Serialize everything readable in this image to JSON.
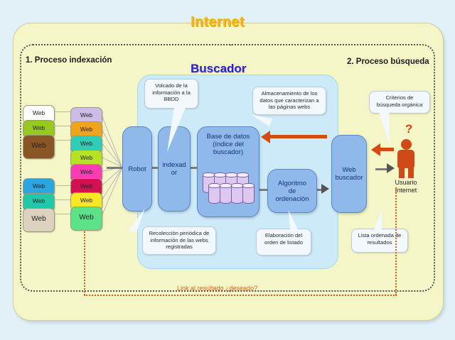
{
  "diagram": {
    "internet_title": "Internet",
    "buscador_title": "Buscador",
    "process1_label": "1. Proceso indexación",
    "process2_label": "2. Proceso búsqueda",
    "link_text": "Link al resultado ¿deseado?"
  },
  "boxes": {
    "robot": "Robot",
    "indexador_line1": "indexad",
    "indexador_line2": "or",
    "bbdd_line1": "Base de datos",
    "bbdd_line2": "(índice del",
    "bbdd_line3": "buscador)",
    "algoritmo_line1": "Algoritmo",
    "algoritmo_line2": "de",
    "algoritmo_line3": "ordenación",
    "webbuscador_line1": "Web",
    "webbuscador_line2": "buscador"
  },
  "user": {
    "question_mark": "?",
    "label_line1": "Usuario",
    "label_line2": "Internet"
  },
  "callouts": [
    {
      "id": "volcado",
      "text": "Volcado de la información a la BBDD"
    },
    {
      "id": "almacenamiento",
      "text": "Almacenamiento de los datos que caracterizan a las páginas webs"
    },
    {
      "id": "criterios",
      "text": "Criterios de búsqueda orgánica"
    },
    {
      "id": "recoleccion",
      "text": "Recolección periódica de información de las webs registradas"
    },
    {
      "id": "elaboracion",
      "text": "Elaboración del orden de listado"
    },
    {
      "id": "lista",
      "text": "Lista ordenada de resultados"
    }
  ],
  "web_stacks": {
    "label": "Web",
    "top_left": [
      {
        "color": "#ffffff"
      },
      {
        "color": "#97c91e"
      },
      {
        "color": "#8a5524"
      }
    ],
    "bottom_left": [
      {
        "color": "#2ba6e0"
      },
      {
        "color": "#22c9a8"
      },
      {
        "color": "#ddd2c0"
      }
    ],
    "center": [
      {
        "color": "#cdbce8"
      },
      {
        "color": "#f0a41c"
      },
      {
        "color": "#2fcdb8"
      },
      {
        "color": "#b7e223"
      },
      {
        "color": "#f93bb4"
      },
      {
        "color": "#d40f52"
      },
      {
        "color": "#f7e725"
      },
      {
        "color": "#5ce38a"
      }
    ]
  },
  "colors": {
    "internet_panel": "#f4f6c8",
    "buscador_panel": "#cdeaf8",
    "process_box": "#8fb9ea",
    "internet_title": "#f5b712",
    "buscador_title": "#2a1fd6",
    "orange_arrow": "#d44a10",
    "user_figure": "#cf4a16",
    "link_text": "#c9691b"
  }
}
